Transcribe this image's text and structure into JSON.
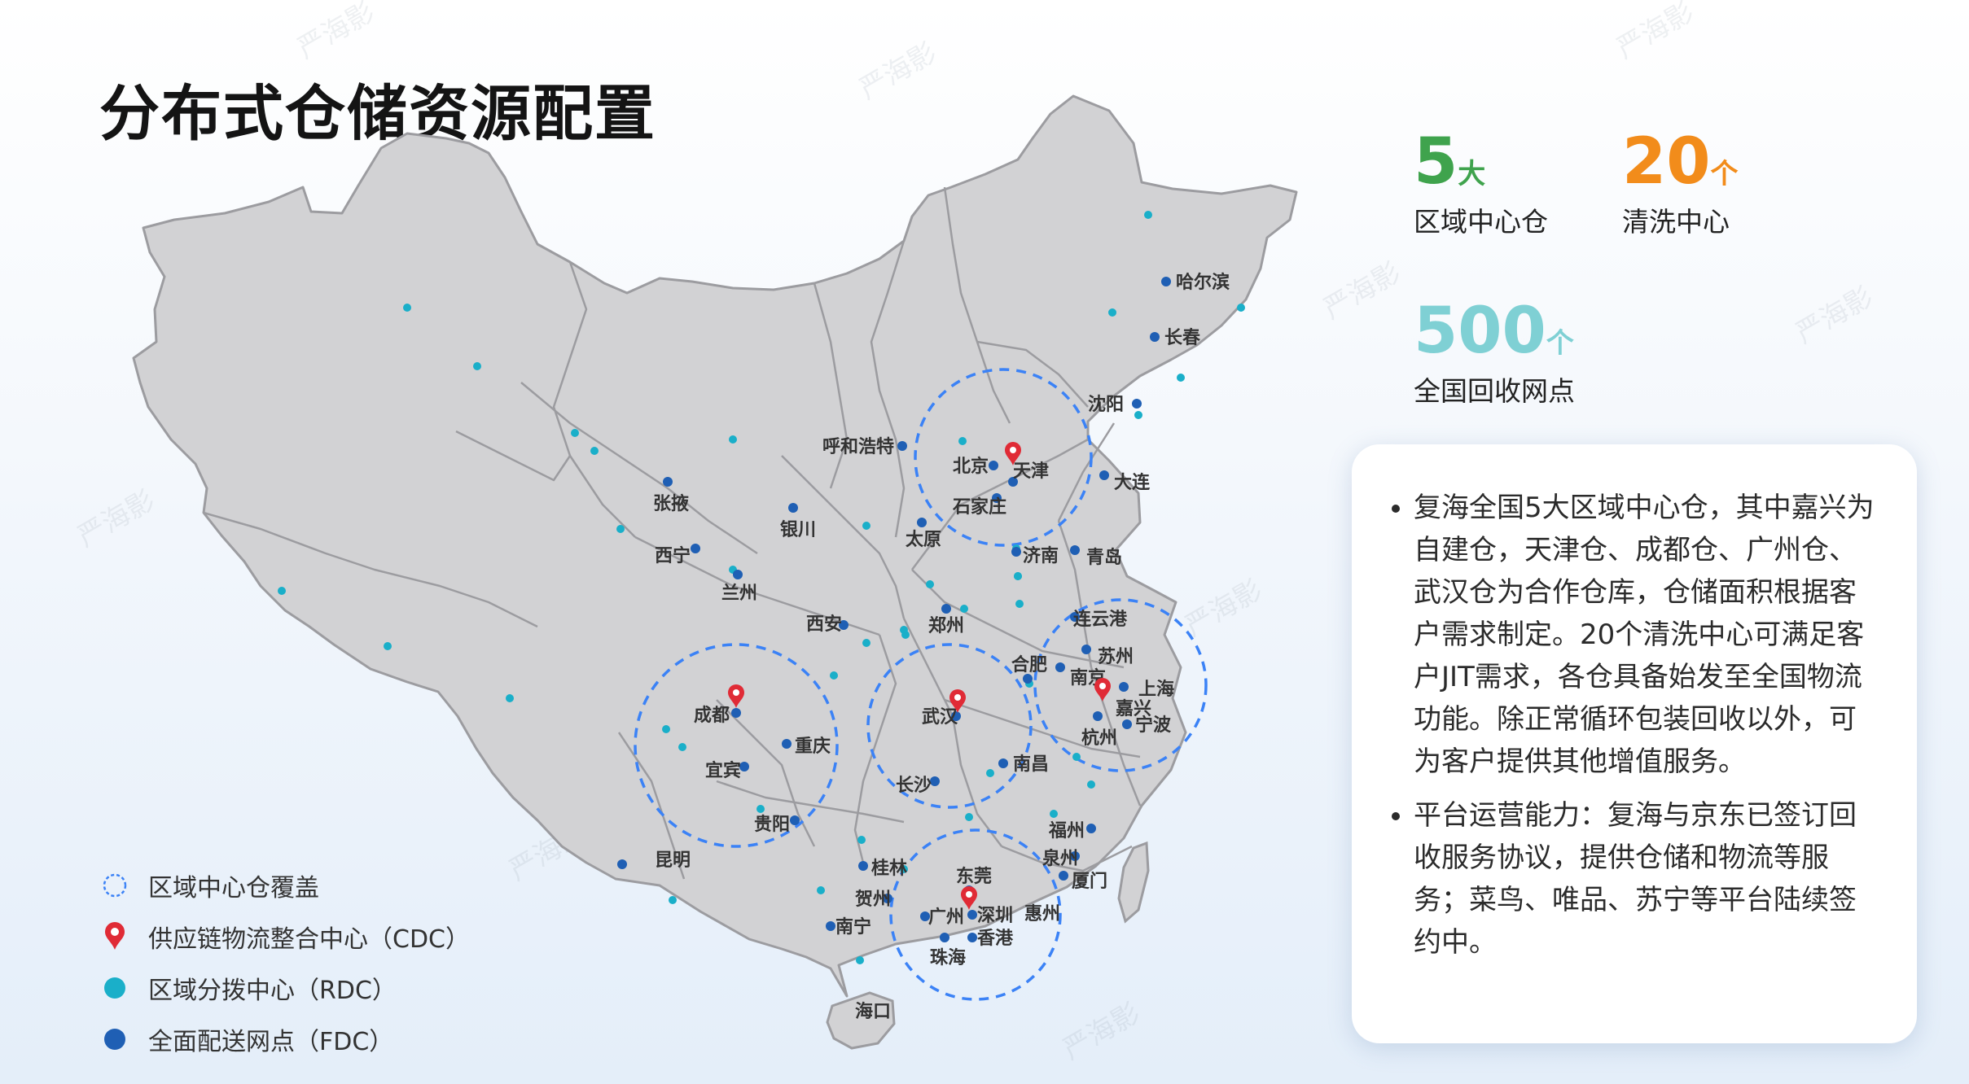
{
  "title": "分布式仓储资源配置",
  "watermark": "严海影",
  "stats": [
    {
      "num": "5",
      "unit": "大",
      "label": "区域中心仓",
      "color": "#3fa34d"
    },
    {
      "num": "20",
      "unit": "个",
      "label": "清洗中心",
      "color": "#f28c1b"
    },
    {
      "num": "500",
      "unit": "个",
      "label": "全国回收网点",
      "color": "#7fd0d4"
    }
  ],
  "info": [
    "复海全国5大区域中心仓，其中嘉兴为自建仓，天津仓、成都仓、广州仓、武汉仓为合作仓库，仓储面积根据客户需求制定。20个清洗中心可满足客户JIT需求，各仓具备始发至全国物流功能。除正常循环包装回收以外，可为客户提供其他增值服务。",
    "平台运营能力：复海与京东已签订回收服务协议，提供仓储和物流等服务；菜鸟、唯品、苏宁等平台陆续签约中。"
  ],
  "legend": [
    {
      "icon": "dashed-circle-icon",
      "label": "区域中心仓覆盖"
    },
    {
      "icon": "map-pin-icon",
      "label": "供应链物流整合中心（CDC）"
    },
    {
      "icon": "cyan-dot-icon",
      "label": "区域分拨中心（RDC）"
    },
    {
      "icon": "blue-dot-icon",
      "label": "全面配送网点（FDC）"
    }
  ],
  "colors": {
    "coverage": "#3b82f6",
    "cdc": "#e02b36",
    "rdc": "#1aafc9",
    "fdc": "#1f5fb4",
    "map": "#d2d2d4"
  },
  "cities": {
    "harbin": "哈尔滨",
    "changchun": "长春",
    "shenyang": "沈阳",
    "dalian": "大连",
    "hohhot": "呼和浩特",
    "beijing": "北京",
    "tianjin": "天津",
    "shijiazhuang": "石家庄",
    "zhangye": "张掖",
    "yinchuan": "银川",
    "taiyuan": "太原",
    "jinan": "济南",
    "qingdao": "青岛",
    "xining": "西宁",
    "lanzhou": "兰州",
    "xian": "西安",
    "zhengzhou": "郑州",
    "lianyungang": "连云港",
    "hefei": "合肥",
    "suzhou": "苏州",
    "nanjing": "南京",
    "shanghai": "上海",
    "jiaxing": "嘉兴",
    "hangzhou": "杭州",
    "ningbo": "宁波",
    "chengdu": "成都",
    "wuhan": "武汉",
    "chongqing": "重庆",
    "yibin": "宜宾",
    "changsha": "长沙",
    "nanchang": "南昌",
    "guiyang": "贵阳",
    "fuzhou": "福州",
    "quanzhou": "泉州",
    "xiamen": "厦门",
    "kunming": "昆明",
    "guilin": "桂林",
    "dongguan": "东莞",
    "hezhou": "贺州",
    "guangzhou": "广州",
    "shenzhen": "深圳",
    "huizhou": "惠州",
    "nanning": "南宁",
    "hongkong": "香港",
    "zhuhai": "珠海",
    "haikou": "海口"
  }
}
